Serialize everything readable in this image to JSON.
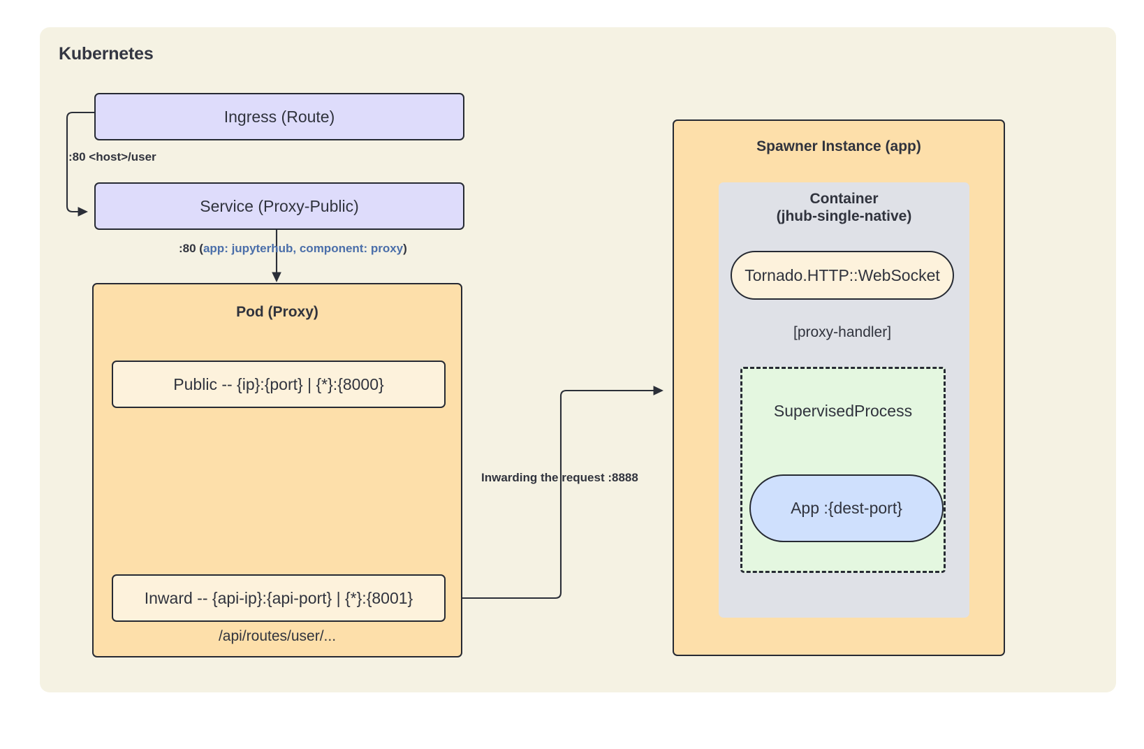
{
  "diagram": {
    "cluster": {
      "title": "Kubernetes"
    },
    "nodes": {
      "ingress": "Ingress (Route)",
      "service": "Service (Proxy-Public)",
      "pod_proxy_title": "Pod (Proxy)",
      "proxy_public": "Public -- {ip}:{port} | {*}:{8000}",
      "proxy_inward": "Inward -- {api-ip}:{api-port} | {*}:{8001}",
      "spawner_title": "Spawner Instance (app)",
      "container_title_line1": "Container",
      "container_title_line2": "(jhub-single-native)",
      "tornado": "Tornado.HTTP::WebSocket",
      "supervised_process": "SupervisedProcess",
      "app": "App :{dest-port}"
    },
    "edges": {
      "ingress_to_service": ":80 <host>/user",
      "service_to_pod_port": ":80 (",
      "service_to_pod_selector": "app: jupyterhub, component: proxy",
      "service_to_pod_close": ")",
      "api_routes": "/api/routes/user/...",
      "inwarding": "Inwarding the request :8888",
      "proxy_handler": "[proxy-handler]"
    },
    "colors": {
      "cluster_bg": "#f5f2e3",
      "lavender": "#dedcfb",
      "orange": "#fddfaa",
      "cream": "#fdf2dc",
      "gray": "#dfe1e7",
      "green": "#e4f7e0",
      "blue": "#cfe0fd",
      "stroke": "#262a33",
      "text": "#30333d",
      "selector_blue": "#4a6ea9"
    }
  }
}
